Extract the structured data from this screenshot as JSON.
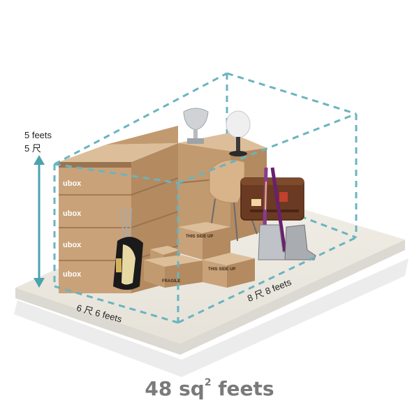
{
  "dimensions": {
    "height_en": "5 feets",
    "height_cn": "5 尺",
    "width_label": "6 尺 6 feets",
    "depth_label": "8 尺  8 feets"
  },
  "area": {
    "value": "48 sq",
    "superscript": "2",
    "unit": " feets"
  },
  "box_brand": "ubox",
  "box_stamps": {
    "fragile": "FRAGILE",
    "this_side_up": "THIS SIDE UP"
  },
  "colors": {
    "floor_top": "#ece8df",
    "floor_side": "#d9d6cf",
    "shadow": "#e7e7e7",
    "outline": "#6ab4bf",
    "arrow": "#4aa3ad",
    "box_front": "#c9a27a",
    "box_side": "#b48a60",
    "box_top": "#dcbf9a",
    "box_band": "#9a7450",
    "area_text": "#7a7a7a"
  },
  "icons": [
    "trophy-icon",
    "mannequin-head-icon",
    "chair-icon",
    "suitcase-icon",
    "golf-bag-icon",
    "ski-boots-icon",
    "skis-icon"
  ]
}
